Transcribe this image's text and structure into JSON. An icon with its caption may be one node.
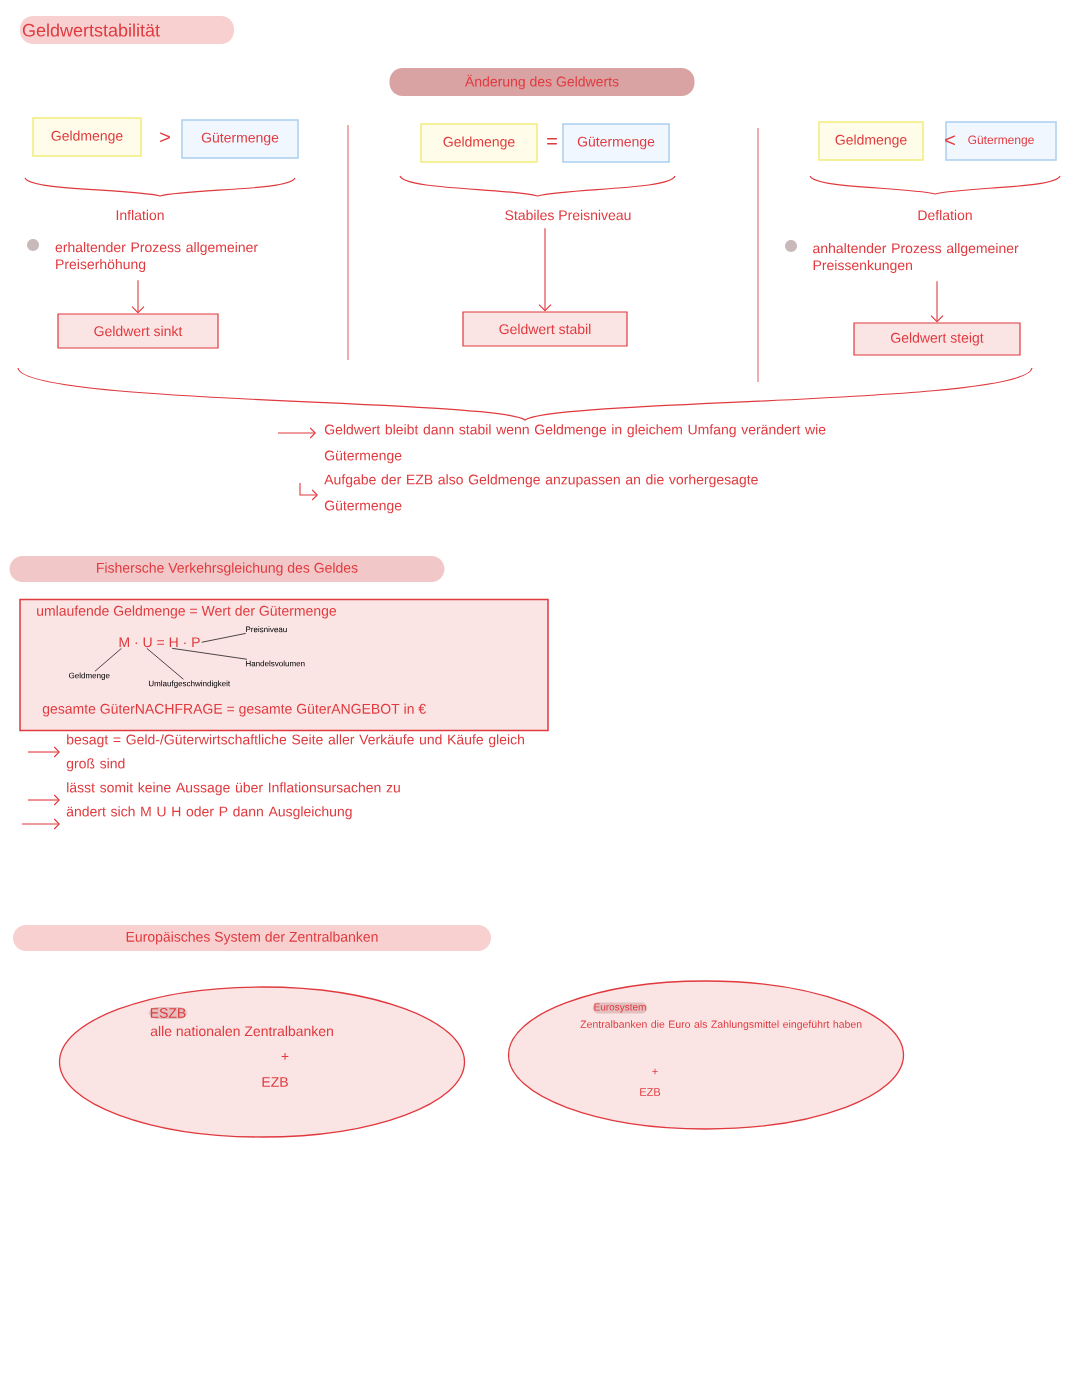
{
  "diagram": {
    "title": "Geldwertstabilität",
    "nodes": [
      {
        "text": [
          "Änderung des Geldwerts"
        ]
      },
      {
        "text": [
          "Geldmenge"
        ]
      },
      {
        "text": [
          "Gütermenge"
        ]
      },
      {
        "text": [
          "Geldmenge"
        ]
      },
      {
        "text": [
          "Gütermenge"
        ]
      },
      {
        "text": [
          "Geldmenge"
        ]
      },
      {
        "text": [
          "Gütermenge"
        ]
      },
      {
        "text": [
          "erhaltender Prozess allgemeiner Preiserhöhung"
        ]
      },
      {
        "text": [
          "Geldwert sinkt"
        ]
      },
      {
        "text": [
          "Stabiles Preisniveau"
        ]
      },
      {
        "text": [
          "Geldwert stabil"
        ]
      },
      {
        "text": [
          "anhaltender Prozess allgemeiner Preissenkungen"
        ]
      },
      {
        "text": [
          "Geldwert steigt"
        ]
      },
      {
        "text": [
          "Fishersche Verkehrsgleichung des Geldes"
        ]
      },
      {
        "text": [
          "umlaufende Geldmenge = Wert der Gütermenge",
          "gesamte GüterNACHFRAGE = gesamte GüterANGEBOT in €"
        ]
      },
      {
        "text": [
          "M · U = H · P"
        ],
        "in": 14
      },
      {
        "text": [
          "Geldmenge"
        ],
        "in": 14
      },
      {
        "text": [
          "Umlaufgeschwindigkeit"
        ],
        "in": 14
      },
      {
        "text": [
          "Handelsvolumen"
        ],
        "in": 14
      },
      {
        "text": [
          "Preisniveau"
        ],
        "in": 14
      },
      {
        "text": [
          "Europäisches System der Zentralbanken"
        ]
      },
      {
        "text": [
          "ESZB",
          "alle nationalen Zentralbanken",
          "+",
          "EZB"
        ]
      },
      {
        "text": [
          "Eurosystem",
          "Zentralbanken die Euro als Zahlungsmittel eingeführt haben",
          "+",
          "EZB"
        ]
      }
    ],
    "edges": [
      {
        "from": 7,
        "to": 8,
        "arrow": "to",
        "color": "#e0393e"
      },
      {
        "from": 9,
        "to": 10,
        "arrow": "to",
        "color": "#e0393e"
      },
      {
        "from": 11,
        "to": 12,
        "arrow": "to",
        "color": "#e0393e"
      },
      {
        "from": 16,
        "to": 15,
        "arrow": "none"
      },
      {
        "from": 17,
        "to": 15,
        "arrow": "none"
      },
      {
        "from": 18,
        "to": 15,
        "arrow": "none"
      },
      {
        "from": 19,
        "to": 15,
        "arrow": "none"
      }
    ],
    "labels": [
      ">",
      "=",
      "<",
      "Inflation",
      "Deflation",
      "Geldwert bleibt dann stabil wenn Geldmenge in gleichem Umfang verändert wie Gütermenge",
      "Aufgabe der EZB also Geldmenge anzupassen an die vorhergesagte Gütermenge",
      "besagt = Geld-/Güterwirtschaftliche Seite aller Verkäufe und Käufe gleich groß sind",
      "lässt somit keine Aussage über Inflationsursachen zu",
      "ändert sich M U H oder P dann Ausgleichung"
    ]
  }
}
